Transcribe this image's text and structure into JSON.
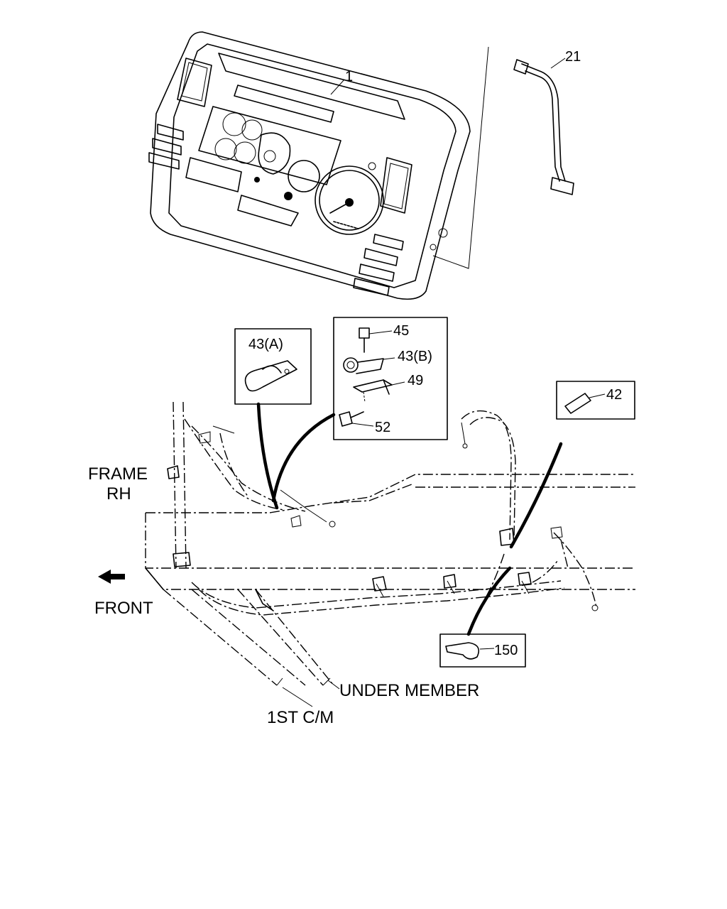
{
  "callouts": {
    "c1": "1",
    "c21": "21",
    "c43a": "43(A)",
    "c45": "45",
    "c43b": "43(B)",
    "c49": "49",
    "c52": "52",
    "c42": "42",
    "c150": "150"
  },
  "labels": {
    "frame_line1": "FRAME",
    "frame_line2": "RH",
    "front": "FRONT",
    "under_member": "UNDER MEMBER",
    "first_cm": "1ST C/M"
  },
  "icons": {
    "front_arrow": "arrow-left-icon"
  }
}
